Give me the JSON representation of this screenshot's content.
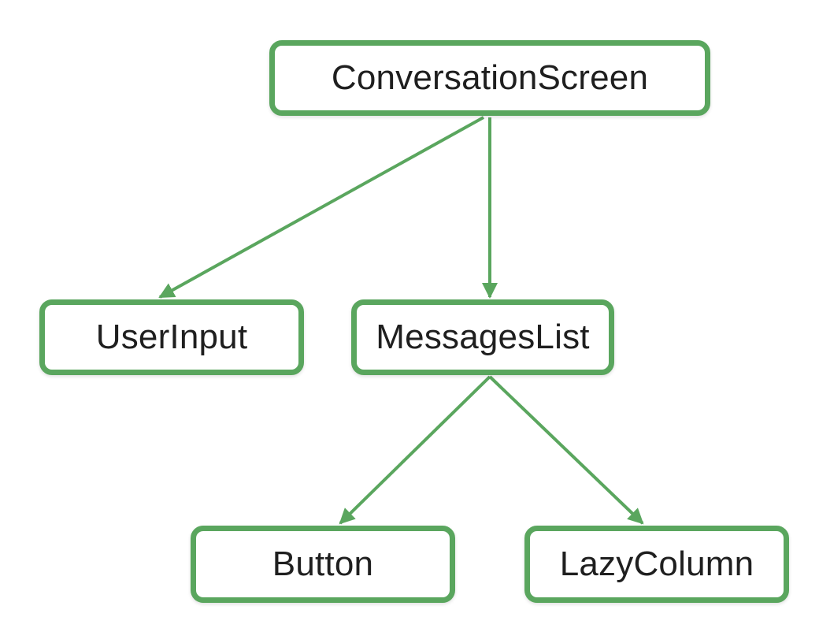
{
  "colors": {
    "accent": "#5aa65e",
    "text": "#1f1f1f",
    "background": "#ffffff"
  },
  "nodes": {
    "conversation_screen": "ConversationScreen",
    "user_input": "UserInput",
    "messages_list": "MessagesList",
    "button": "Button",
    "lazy_column": "LazyColumn"
  },
  "edges": [
    {
      "from": "conversation_screen",
      "to": "user_input"
    },
    {
      "from": "conversation_screen",
      "to": "messages_list"
    },
    {
      "from": "messages_list",
      "to": "button"
    },
    {
      "from": "messages_list",
      "to": "lazy_column"
    }
  ]
}
